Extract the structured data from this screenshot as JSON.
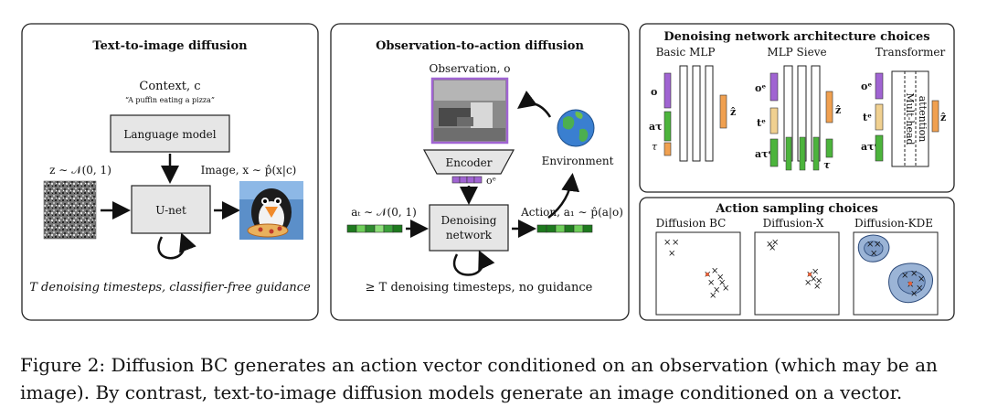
{
  "panel1": {
    "title": "Text-to-image diffusion",
    "context_label": "Context, c",
    "context_example": "“A puffin eating a pizza”",
    "language_model": "Language model",
    "noise_label": "z ∼ 𝒩(0, 1)",
    "image_label": "Image, x ∼ p̂(x|c)",
    "unet": "U-net",
    "footer": "T denoising timesteps, classifier-free guidance"
  },
  "panel2": {
    "title": "Observation-to-action diffusion",
    "observation_label": "Observation, o",
    "encoder": "Encoder",
    "oe": "oᵉ",
    "environment": "Environment",
    "action_noise_label": "aₜ ∼ 𝒩(0, 1)",
    "action_label": "Action, a₁ ∼ p̂(a|o)",
    "denoising_network_1": "Denoising",
    "denoising_network_2": "network",
    "footer": "≥ T denoising timesteps, no guidance"
  },
  "panel3": {
    "title": "Denoising network architecture choices",
    "col1": "Basic MLP",
    "col2": "MLP Sieve",
    "col3": "Transformer",
    "o": "o",
    "a_tau": "aτ",
    "tau": "τ",
    "z_hat": "ẑ",
    "oe": "oᵉ",
    "te": "tᵉ",
    "a_tau_e": "aτᵉ",
    "attention_1": "Mult-head",
    "attention_2": "attention"
  },
  "panel4": {
    "title": "Action sampling choices",
    "col1": "Diffusion BC",
    "col2": "Diffusion-X",
    "col3": "Diffusion-KDE"
  },
  "caption": "Figure 2: Diffusion BC generates an action vector conditioned on an observation (which may be an image). By contrast, text-to-image diffusion models generate an image conditioned on a vector.",
  "colors": {
    "purple": "#a064d2",
    "green": "#4cb43c",
    "orange": "#f0a050",
    "red_cross": "#e0603a"
  }
}
